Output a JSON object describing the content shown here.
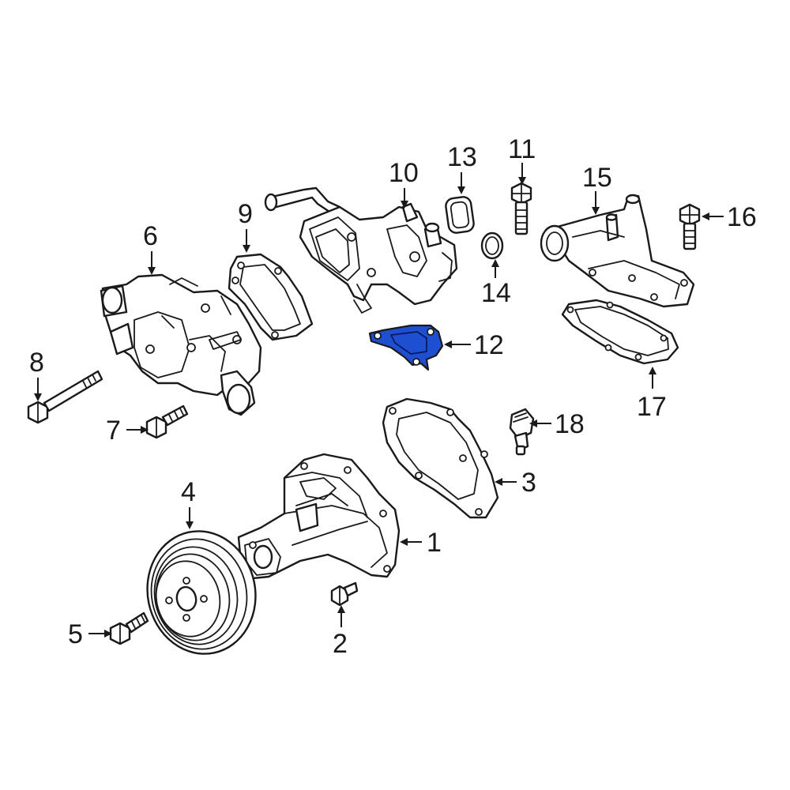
{
  "diagram": {
    "highlight_color": "#1f4fd1",
    "line_color": "#1a1a1a",
    "callouts": [
      {
        "id": "1",
        "label": "1"
      },
      {
        "id": "2",
        "label": "2"
      },
      {
        "id": "3",
        "label": "3"
      },
      {
        "id": "4",
        "label": "4"
      },
      {
        "id": "5",
        "label": "5"
      },
      {
        "id": "6",
        "label": "6"
      },
      {
        "id": "7",
        "label": "7"
      },
      {
        "id": "8",
        "label": "8"
      },
      {
        "id": "9",
        "label": "9"
      },
      {
        "id": "10",
        "label": "10"
      },
      {
        "id": "11",
        "label": "11"
      },
      {
        "id": "12",
        "label": "12"
      },
      {
        "id": "13",
        "label": "13"
      },
      {
        "id": "14",
        "label": "14"
      },
      {
        "id": "15",
        "label": "15"
      },
      {
        "id": "16",
        "label": "16"
      },
      {
        "id": "17",
        "label": "17"
      },
      {
        "id": "18",
        "label": "18"
      }
    ]
  }
}
